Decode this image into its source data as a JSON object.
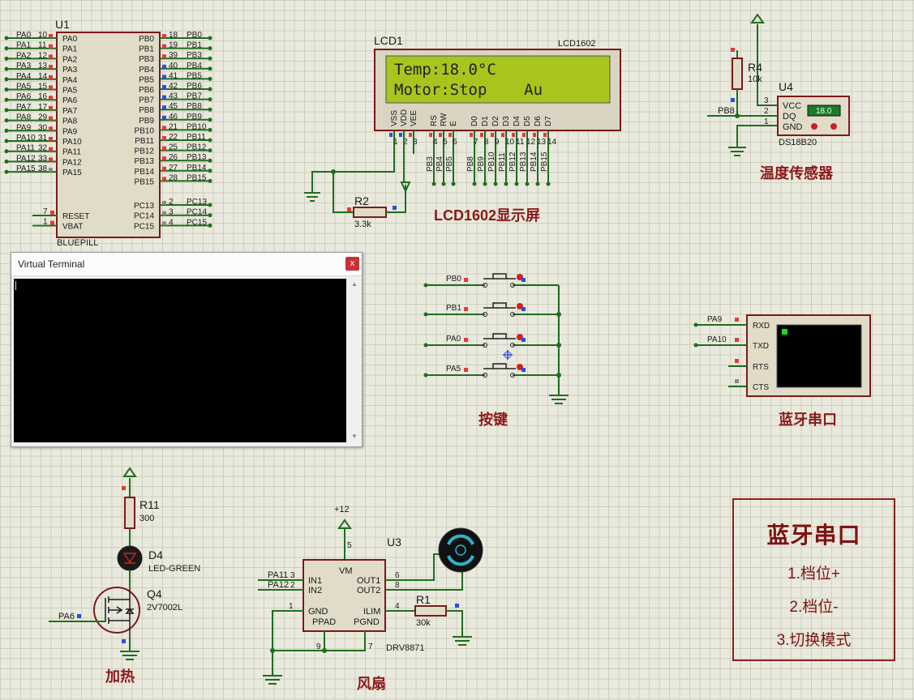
{
  "mcu": {
    "ref": "U1",
    "name": "BLUEPILL",
    "left_pins": [
      {
        "net": "PA0",
        "num": "10",
        "name": "PA0"
      },
      {
        "net": "PA1",
        "num": "11",
        "name": "PA1"
      },
      {
        "net": "PA2",
        "num": "12",
        "name": "PA2"
      },
      {
        "net": "PA3",
        "num": "13",
        "name": "PA3"
      },
      {
        "net": "PA4",
        "num": "14",
        "name": "PA4"
      },
      {
        "net": "PA5",
        "num": "15",
        "name": "PA5"
      },
      {
        "net": "PA6",
        "num": "16",
        "name": "PA6"
      },
      {
        "net": "PA7",
        "num": "17",
        "name": "PA7"
      },
      {
        "net": "PA8",
        "num": "29",
        "name": "PA8"
      },
      {
        "net": "PA9",
        "num": "30",
        "name": "PA9"
      },
      {
        "net": "PA10",
        "num": "31",
        "name": "PA10"
      },
      {
        "net": "PA11",
        "num": "32",
        "name": "PA11"
      },
      {
        "net": "PA12",
        "num": "33",
        "name": "PA12"
      },
      {
        "net": "PA15",
        "num": "38",
        "name": "PA15"
      }
    ],
    "right_pins": [
      {
        "net": "PB0",
        "num": "18",
        "name": "PB0"
      },
      {
        "net": "PB1",
        "num": "19",
        "name": "PB1"
      },
      {
        "net": "PB3",
        "num": "39",
        "name": "PB3"
      },
      {
        "net": "PB4",
        "num": "40",
        "name": "PB4"
      },
      {
        "net": "PB5",
        "num": "41",
        "name": "PB5"
      },
      {
        "net": "PB6",
        "num": "42",
        "name": "PB6"
      },
      {
        "net": "PB7",
        "num": "43",
        "name": "PB7"
      },
      {
        "net": "PB8",
        "num": "45",
        "name": "PB8"
      },
      {
        "net": "PB9",
        "num": "46",
        "name": "PB9"
      },
      {
        "net": "PB10",
        "num": "21",
        "name": "PB10"
      },
      {
        "net": "PB11",
        "num": "22",
        "name": "PB11"
      },
      {
        "net": "PB12",
        "num": "25",
        "name": "PB12"
      },
      {
        "net": "PB13",
        "num": "26",
        "name": "PB13"
      },
      {
        "net": "PB14",
        "num": "27",
        "name": "PB14"
      },
      {
        "net": "PB15",
        "num": "28",
        "name": "PB15"
      }
    ],
    "pc_pins": [
      {
        "net": "PC13",
        "num": "2",
        "name": "PC13"
      },
      {
        "net": "PC14",
        "num": "3",
        "name": "PC14"
      },
      {
        "net": "PC15",
        "num": "4",
        "name": "PC15"
      }
    ],
    "reset_pins": [
      {
        "num": "7",
        "name": "RESET"
      },
      {
        "num": "1",
        "name": "VBAT"
      }
    ]
  },
  "lcd": {
    "ref": "LCD1",
    "model": "LCD1602",
    "line1": "Temp:18.0°C",
    "line2": "Motor:Stop    Au",
    "pin_labels": [
      "VSS",
      "VDD",
      "VEE",
      "RS",
      "RW",
      "E",
      "D0",
      "D1",
      "D2",
      "D3",
      "D4",
      "D5",
      "D6",
      "D7"
    ],
    "pin_nums": [
      "1",
      "2",
      "3",
      "4",
      "5",
      "6",
      "7",
      "8",
      "9",
      "10",
      "11",
      "12",
      "13",
      "14"
    ],
    "nets": [
      "PB3",
      "PB4",
      "PB5",
      "PB8",
      "PB9",
      "PB10",
      "PB11",
      "PB12",
      "PB13",
      "PB14",
      "PB15"
    ],
    "caption": "LCD1602显示屏",
    "color_screen": "#a9c41c"
  },
  "r2": {
    "ref": "R2",
    "value": "3.3k"
  },
  "sensor": {
    "r4_ref": "R4",
    "r4_value": "10k",
    "ref": "U4",
    "model": "DS18B20",
    "pins": [
      "VCC",
      "DQ",
      "GND"
    ],
    "pin_nums": [
      "3",
      "2",
      "1"
    ],
    "reading": "18.0",
    "net": "PB8",
    "caption": "温度传感器"
  },
  "virtual_terminal": {
    "title": "Virtual Terminal",
    "close": "x"
  },
  "buttons": {
    "nets": [
      "PB0",
      "PB1",
      "PA0",
      "PA5"
    ],
    "caption": "按键"
  },
  "bluetooth": {
    "pins": [
      "RXD",
      "TXD",
      "RTS",
      "CTS"
    ],
    "nets": [
      "PA9",
      "PA10"
    ],
    "caption": "蓝牙串口"
  },
  "heater": {
    "r_ref": "R11",
    "r_value": "300",
    "led_ref": "D4",
    "led_model": "LED-GREEN",
    "q_ref": "Q4",
    "q_model": "2V7002L",
    "net": "PA6",
    "caption": "加热"
  },
  "fan": {
    "ref": "U3",
    "model": "DRV8871",
    "supply": "+12",
    "pins_left": [
      "IN1",
      "IN2",
      "GND",
      "PPAD"
    ],
    "pins_right": [
      "OUT1",
      "OUT2",
      "ILIM",
      "PGND"
    ],
    "pin_vm": "VM",
    "nets": [
      "PA11",
      "PA12"
    ],
    "pin_nums": {
      "vm": "5",
      "in1": "3",
      "in2": "2",
      "gnd": "1",
      "out1": "6",
      "out2": "8",
      "ilim": "4",
      "ppad": "9",
      "pgnd": "7"
    },
    "r1_ref": "R1",
    "r1_value": "30k",
    "caption": "风扇"
  },
  "menu": {
    "title": "蓝牙串口",
    "items": [
      "1.档位+",
      "2.档位-",
      "3.切换模式"
    ]
  },
  "colors": {
    "wire": "#1f6e1f",
    "component_fill": "#e0dcc8",
    "component_border": "#7a1a1a",
    "caption": "#8b1a1a",
    "pin_red": "#e23a3a",
    "pin_blue": "#2b4fd8",
    "pin_gray": "#8a8a8a"
  }
}
